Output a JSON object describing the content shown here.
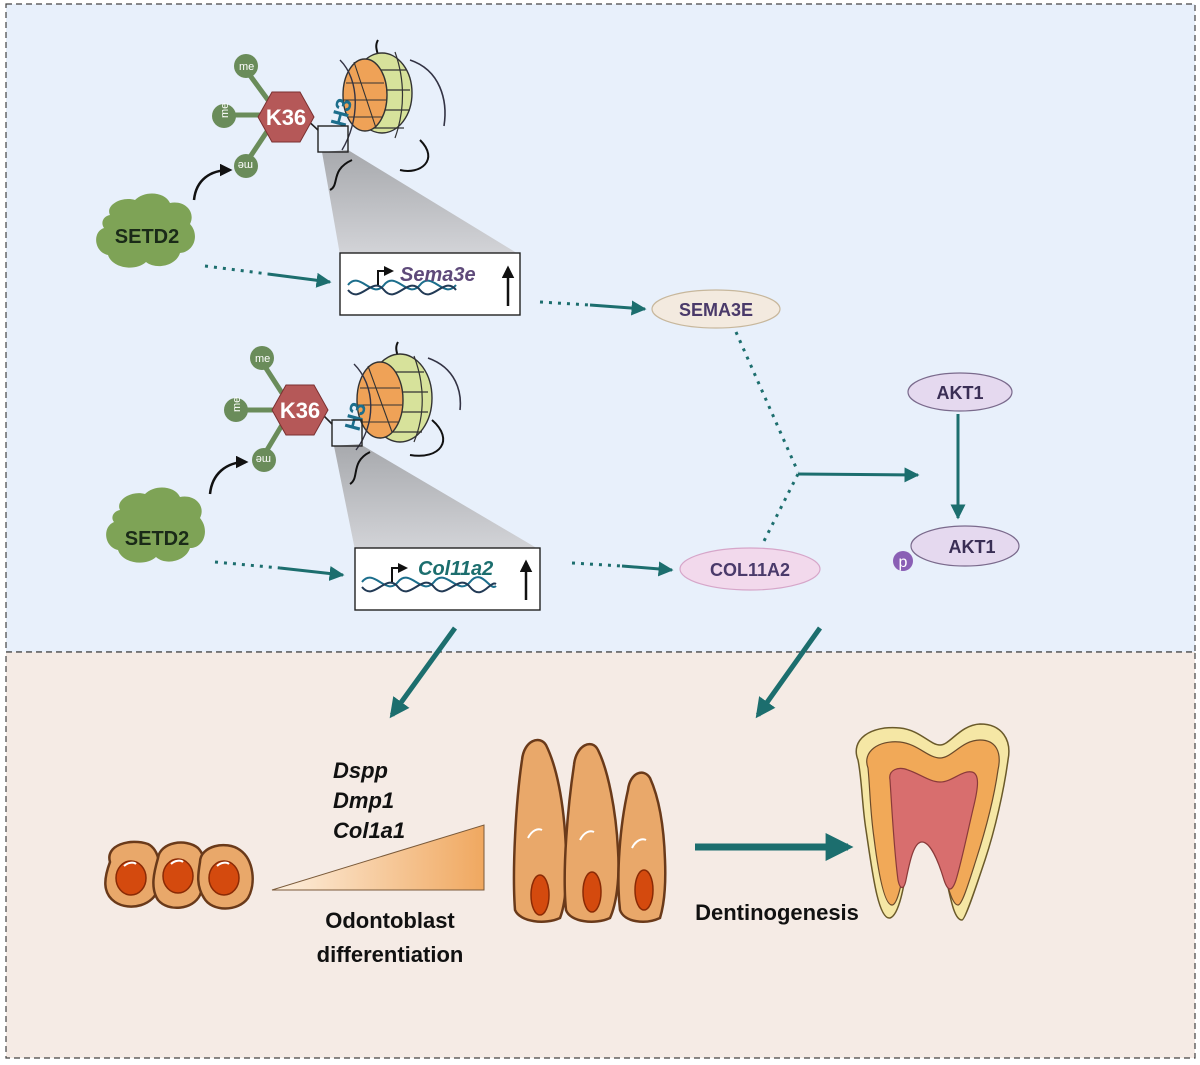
{
  "panels": {
    "top": {
      "bg": "#e8f0fb"
    },
    "bottom": {
      "bg": "#f5ebe5"
    }
  },
  "colors": {
    "teal": "#1c6e6e",
    "setd2": "#7ea356",
    "k36": "#b55858",
    "me_stem": "#6a8c5a",
    "akt_fill": "#e5d9ef",
    "col_fill": "#f2d9ec",
    "sema_fill": "#f3eadf",
    "cell": "#e9a86a",
    "nucleus": "#d44a0e"
  },
  "top_module": {
    "setd2_label": "SETD2",
    "k36_label": "K36",
    "h3_label": "H3",
    "me_labels": [
      "me",
      "me",
      "me"
    ],
    "gene_label": "Sema3e",
    "protein_label": "SEMA3E"
  },
  "bottom_module": {
    "setd2_label": "SETD2",
    "k36_label": "K36",
    "h3_label": "H3",
    "me_labels": [
      "me",
      "me",
      "me"
    ],
    "gene_label": "Col11a2",
    "protein_label": "COL11A2"
  },
  "akt": {
    "akt1_top": "AKT1",
    "akt1_bottom": "AKT1",
    "phospho": "p"
  },
  "lower": {
    "genes": [
      "Dspp",
      "Dmp1",
      "Col1a1"
    ],
    "odontoblast_line1": "Odontoblast",
    "odontoblast_line2": "differentiation",
    "dentinogenesis": "Dentinogenesis"
  }
}
